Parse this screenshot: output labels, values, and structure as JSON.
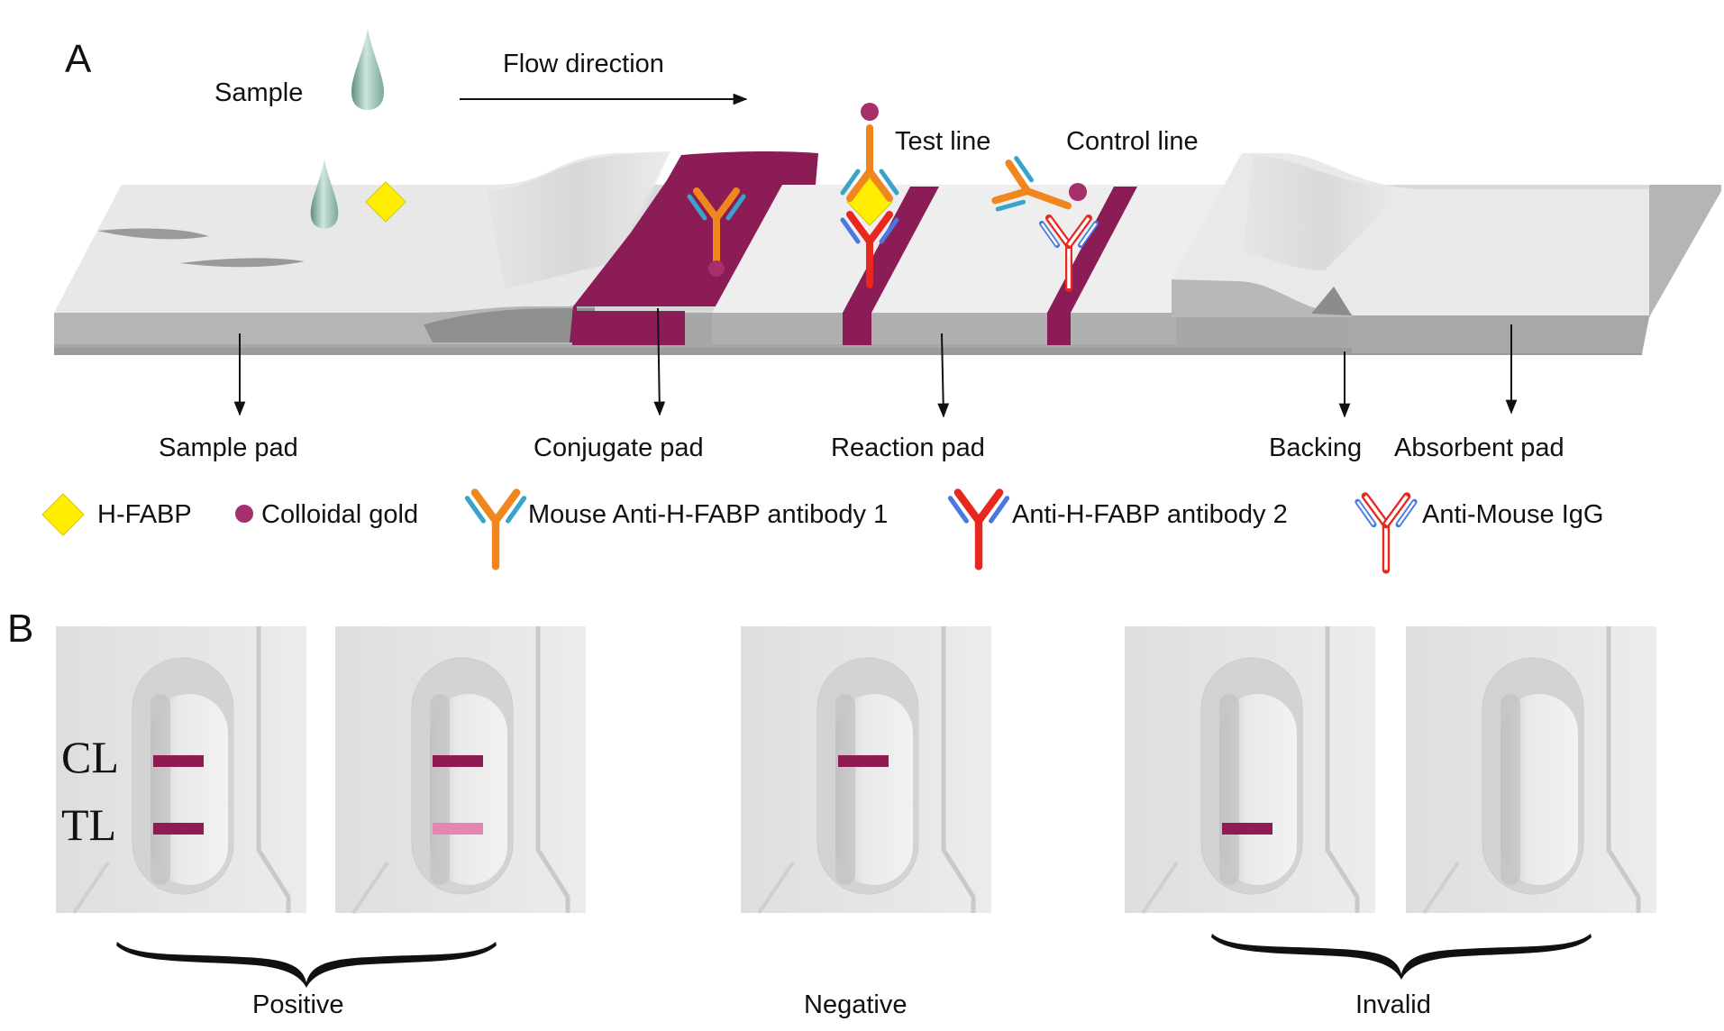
{
  "panel_a": {
    "letter": "A",
    "sample_label": "Sample",
    "flow_label": "Flow direction",
    "test_line_label": "Test line",
    "control_line_label": "Control line",
    "pad_labels": {
      "sample_pad": "Sample pad",
      "conjugate_pad": "Conjugate pad",
      "reaction_pad": "Reaction pad",
      "backing": "Backing",
      "absorbent_pad": "Absorbent pad"
    }
  },
  "legend": {
    "hfabp": "H-FABP",
    "gold": "Colloidal gold",
    "antibody1": "Mouse Anti-H-FABP antibody 1",
    "antibody2": "Anti-H-FABP antibody 2",
    "anti_mouse": "Anti-Mouse IgG"
  },
  "panel_b": {
    "letter": "B",
    "cl_label": "CL",
    "tl_label": "TL",
    "positive": "Positive",
    "negative": "Negative",
    "invalid": "Invalid"
  },
  "colors": {
    "pad_magenta": "#8b1c55",
    "gold_dot": "#a62f6e",
    "hfabp_yellow": "#ffee00",
    "ab_orange": "#f0871e",
    "ab_teal": "#3aa3c8",
    "ab_red": "#e8281e",
    "ab_blue": "#4878e0",
    "line_dark": "#8e1c52",
    "line_faint": "#e685b0",
    "strip_top": "#e8e8e8",
    "strip_side": "#a7a7a7"
  },
  "results": [
    {
      "group": "positive",
      "control_line": "strong",
      "test_line": "strong"
    },
    {
      "group": "positive",
      "control_line": "strong",
      "test_line": "faint"
    },
    {
      "group": "negative",
      "control_line": "strong",
      "test_line": "none"
    },
    {
      "group": "invalid",
      "control_line": "none",
      "test_line": "strong"
    },
    {
      "group": "invalid",
      "control_line": "none",
      "test_line": "none"
    }
  ]
}
